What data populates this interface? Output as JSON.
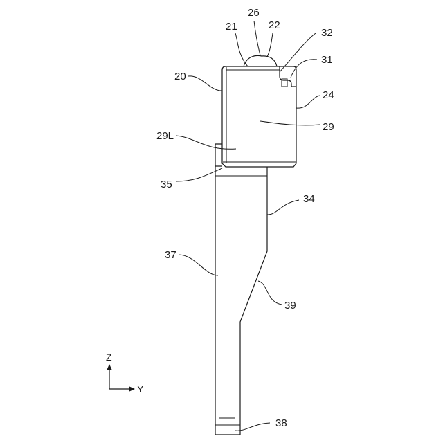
{
  "labels": {
    "l21": "21",
    "l26": "26",
    "l22": "22",
    "l32": "32",
    "l31": "31",
    "l20": "20",
    "l24": "24",
    "l29": "29",
    "l29L": "29L",
    "l35": "35",
    "l34": "34",
    "l37": "37",
    "l39": "39",
    "l38": "38"
  },
  "axes": {
    "z": "Z",
    "y": "Y"
  }
}
